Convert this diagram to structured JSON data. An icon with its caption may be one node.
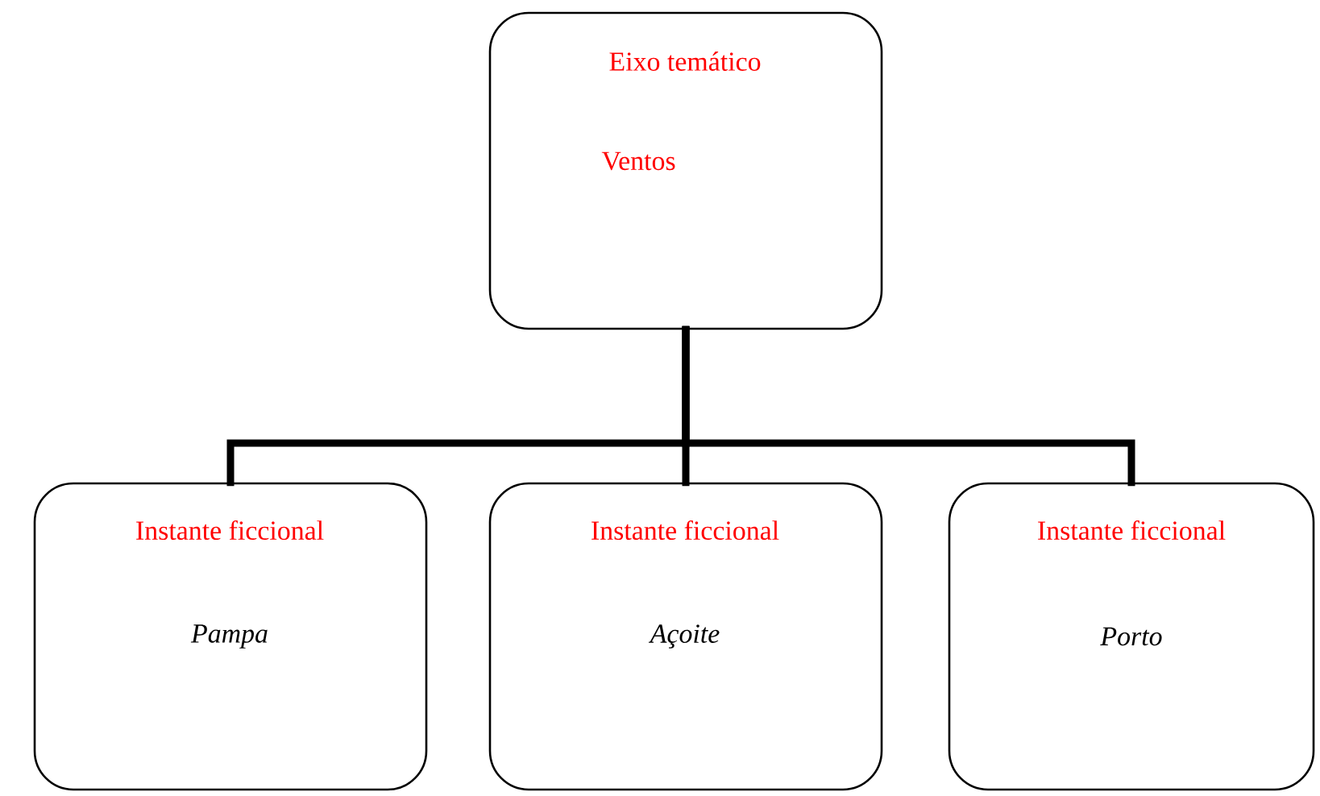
{
  "diagram": {
    "nodes": [
      {
        "text": [
          "Eixo temático",
          "Ventos"
        ]
      },
      {
        "text": [
          "Instante ficcional",
          "Pampa"
        ]
      },
      {
        "text": [
          "Instante ficcional",
          "Açoite"
        ]
      },
      {
        "text": [
          "Instante ficcional",
          "Porto"
        ]
      }
    ],
    "edges": [
      {
        "from": 0,
        "to": 1,
        "arrow": "none"
      },
      {
        "from": 0,
        "to": 2,
        "arrow": "none"
      },
      {
        "from": 0,
        "to": 3,
        "arrow": "none"
      }
    ]
  }
}
